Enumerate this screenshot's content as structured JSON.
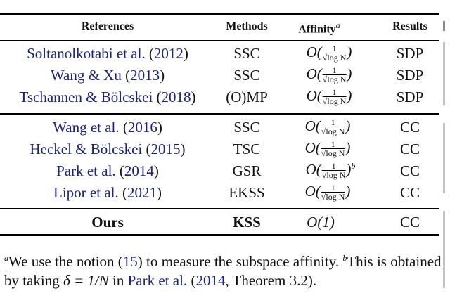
{
  "table": {
    "headers": {
      "references": "References",
      "methods": "Methods",
      "affinity": "Affinity",
      "affinity_sup": "a",
      "results": "Results"
    },
    "groups": [
      {
        "rows": [
          {
            "ref_name": "Soltanolkotabi et al.",
            "ref_year": "2012",
            "method": "SSC",
            "affinity": {
              "prefix": "O(",
              "num": "1",
              "den": "√log N",
              "suffix": ")",
              "sup": ""
            },
            "result": "SDP"
          },
          {
            "ref_name": "Wang & Xu",
            "ref_year": "2013",
            "method": "SSC",
            "affinity": {
              "prefix": "O(",
              "num": "1",
              "den": "√log N",
              "suffix": ")",
              "sup": ""
            },
            "result": "SDP"
          },
          {
            "ref_name": "Tschannen & Bölcskei",
            "ref_year": "2018",
            "method": "(O)MP",
            "affinity": {
              "prefix": "O(",
              "num": "1",
              "den": "√log N",
              "suffix": ")",
              "sup": ""
            },
            "result": "SDP"
          }
        ]
      },
      {
        "rows": [
          {
            "ref_name": "Wang et al.",
            "ref_year": "2016",
            "method": "SSC",
            "affinity": {
              "prefix": "O(",
              "num": "1",
              "den": "√log N",
              "suffix": ")",
              "sup": ""
            },
            "result": "CC"
          },
          {
            "ref_name": "Heckel & Bölcskei",
            "ref_year": "2015",
            "method": "TSC",
            "affinity": {
              "prefix": "O(",
              "num": "1",
              "den": "√log N",
              "suffix": ")",
              "sup": ""
            },
            "result": "CC"
          },
          {
            "ref_name": "Park et al.",
            "ref_year": "2014",
            "method": "GSR",
            "affinity": {
              "prefix": "O(",
              "num": "1",
              "den": "√log N",
              "suffix": ")",
              "sup": "b"
            },
            "result": "CC"
          },
          {
            "ref_name": "Lipor et al.",
            "ref_year": "2021",
            "method": "EKSS",
            "affinity": {
              "prefix": "O(",
              "num": "1",
              "den": "√log N",
              "suffix": ")",
              "sup": ""
            },
            "result": "CC"
          }
        ]
      }
    ],
    "ours": {
      "ref": "Ours",
      "method": "KSS",
      "affinity": "O(1)",
      "result": "CC"
    }
  },
  "footnote": {
    "a_marker": "a",
    "a_text_1": "We use the notion (",
    "a_eq_ref": "15",
    "a_text_2": ") to measure the subspace affinity. ",
    "b_marker": "b",
    "b_text_1": "This is obtained by taking ",
    "b_math": "δ = 1/N",
    "b_text_2": " in ",
    "b_cite_name": "Park et al.",
    "b_text_3": " (",
    "b_cite_year": "2014",
    "b_text_4": ", Theorem 3.2)."
  }
}
